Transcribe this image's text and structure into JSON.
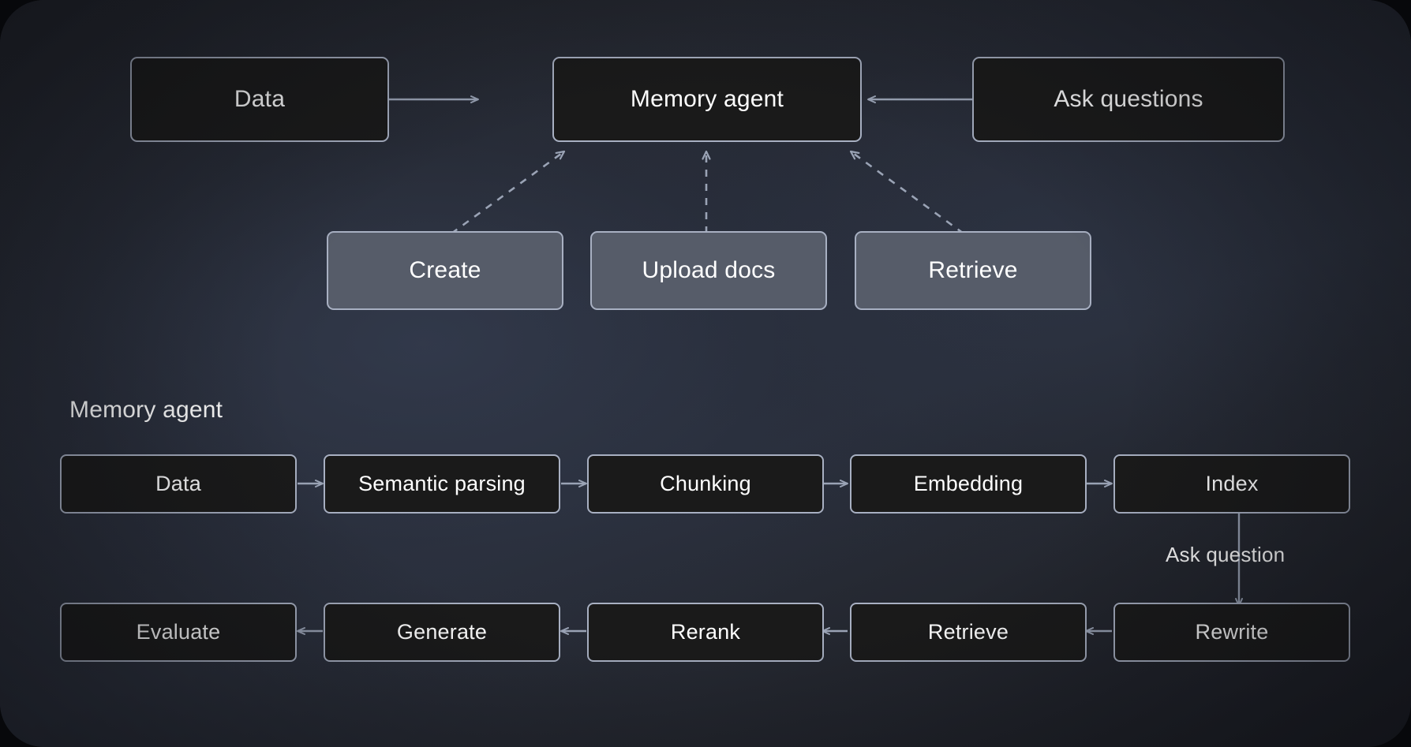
{
  "diagram": {
    "title_label": "Memory agent",
    "theme": {
      "background_dark": "#22252d",
      "node_fill": "#1a1a1a",
      "node_border": "#a8b0c2",
      "action_node_fill": "#565c69",
      "edge_color": "#9aa3b5",
      "text_color": "#ffffff"
    },
    "top_flow": {
      "nodes": [
        {
          "id": "data",
          "label": "Data",
          "kind": "plain"
        },
        {
          "id": "memory-agent",
          "label": "Memory agent",
          "kind": "plain"
        },
        {
          "id": "ask-questions",
          "label": "Ask questions",
          "kind": "plain"
        }
      ],
      "actions": [
        {
          "id": "create",
          "label": "Create",
          "kind": "action"
        },
        {
          "id": "upload-docs",
          "label": "Upload docs",
          "kind": "action"
        },
        {
          "id": "retrieve",
          "label": "Retrieve",
          "kind": "action"
        }
      ],
      "edges": [
        {
          "from": "data",
          "to": "memory-agent",
          "style": "solid",
          "direction": "right"
        },
        {
          "from": "ask-questions",
          "to": "memory-agent",
          "style": "solid",
          "direction": "left"
        },
        {
          "from": "create",
          "to": "memory-agent",
          "style": "dashed",
          "direction": "up-right"
        },
        {
          "from": "upload-docs",
          "to": "memory-agent",
          "style": "dashed",
          "direction": "up"
        },
        {
          "from": "retrieve",
          "to": "memory-agent",
          "style": "dashed",
          "direction": "up-left"
        }
      ]
    },
    "pipeline": {
      "section_label": "Memory agent",
      "row_one": [
        {
          "id": "data",
          "label": "Data"
        },
        {
          "id": "semantic-parsing",
          "label": "Semantic parsing"
        },
        {
          "id": "chunking",
          "label": "Chunking"
        },
        {
          "id": "embedding",
          "label": "Embedding"
        },
        {
          "id": "index",
          "label": "Index"
        }
      ],
      "row_two": [
        {
          "id": "evaluate",
          "label": "Evaluate"
        },
        {
          "id": "generate",
          "label": "Generate"
        },
        {
          "id": "rerank",
          "label": "Rerank"
        },
        {
          "id": "retrieve",
          "label": "Retrieve"
        },
        {
          "id": "rewrite",
          "label": "Rewrite"
        }
      ],
      "connector_label": "Ask question",
      "row_one_direction": "left-to-right",
      "row_two_direction": "right-to-left"
    }
  }
}
